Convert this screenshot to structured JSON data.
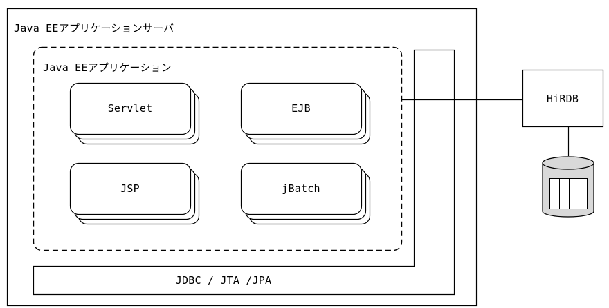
{
  "server": {
    "title": "Java EEアプリケーションサーバ"
  },
  "application": {
    "title": "Java EEアプリケーション",
    "components": [
      "Servlet",
      "EJB",
      "JSP",
      "jBatch"
    ]
  },
  "connector": {
    "label": "JDBC / JTA /JPA"
  },
  "database": {
    "label": "HiRDB",
    "icon": "database-cylinder-icon"
  }
}
